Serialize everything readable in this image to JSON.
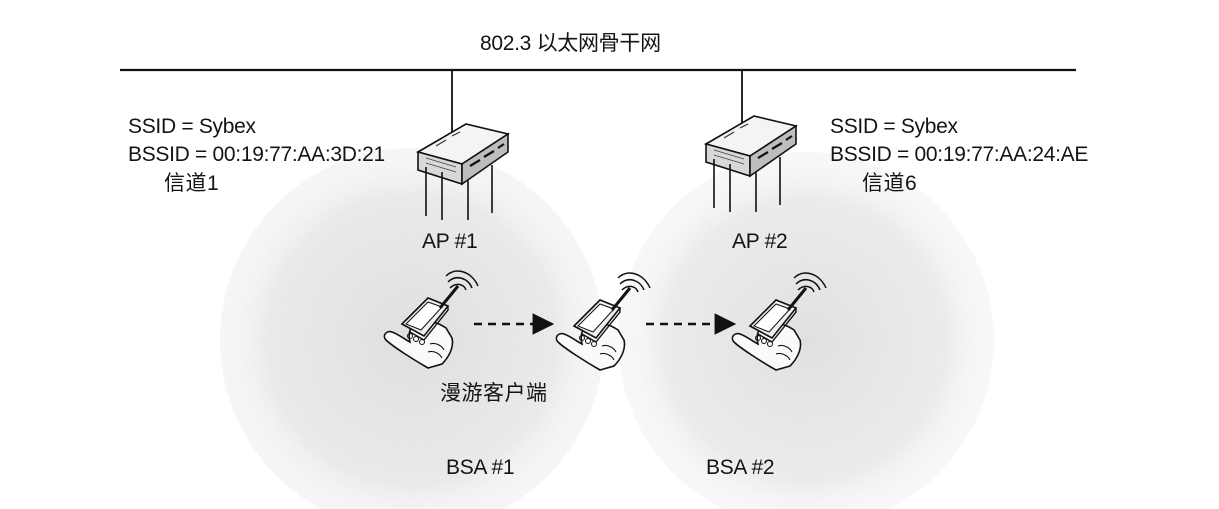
{
  "backbone": {
    "label": "802.3 以太网骨干网"
  },
  "access_points": [
    {
      "name": "AP #1",
      "ssid": "SSID = Sybex",
      "bssid": "BSSID = 00:19:77:AA:3D:21",
      "channel": "信道1"
    },
    {
      "name": "AP #2",
      "ssid": "SSID = Sybex",
      "bssid": "BSSID = 00:19:77:AA:24:AE",
      "channel": "信道6"
    }
  ],
  "roaming_client": {
    "label": "漫游客户端"
  },
  "service_areas": [
    {
      "label": "BSA #1"
    },
    {
      "label": "BSA #2"
    }
  ],
  "colors": {
    "line": "#111111",
    "overlap_shade": "#9a9a9a",
    "cell_shade": "#e4e4e4"
  },
  "icons": [
    "access-point-icon",
    "handheld-client-icon",
    "roaming-arrow-icon"
  ]
}
